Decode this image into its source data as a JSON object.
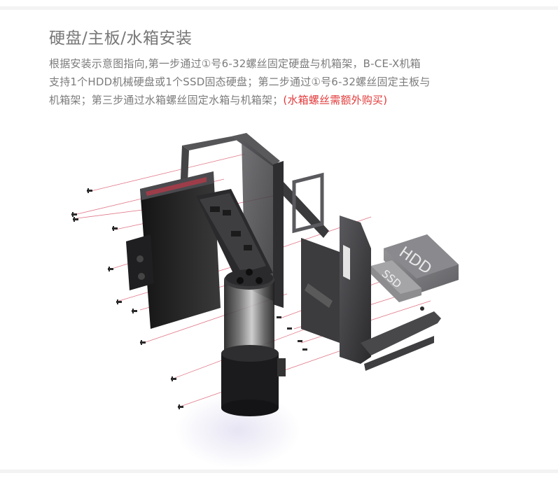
{
  "page": {
    "title": "硬盘/主板/水箱安装",
    "description": {
      "line1": "根据安装示意图指向,第一步通过①号6-32螺丝固定硬盘与机箱架，B-CE-X机箱",
      "line2": "支持1个HDD机械硬盘或1个SSD固态硬盘；第二步通过①号6-32螺丝固定主板与",
      "line3": "机箱架；第三步通过水箱螺丝固定水箱与机箱架；",
      "note": "(水箱螺丝需额外购买)"
    },
    "colors": {
      "title": "#777777",
      "text": "#7c7c7c",
      "note": "#e23a3a",
      "guide_line": "#d9546a",
      "frame": "#3a3a3c"
    }
  },
  "illustration": {
    "alt": "B-CE-X exploded assembly view: motherboard, reservoir, frame, HDD and SSD with screws",
    "labels": {
      "hdd": "HDD",
      "ssd": "SSD"
    }
  }
}
